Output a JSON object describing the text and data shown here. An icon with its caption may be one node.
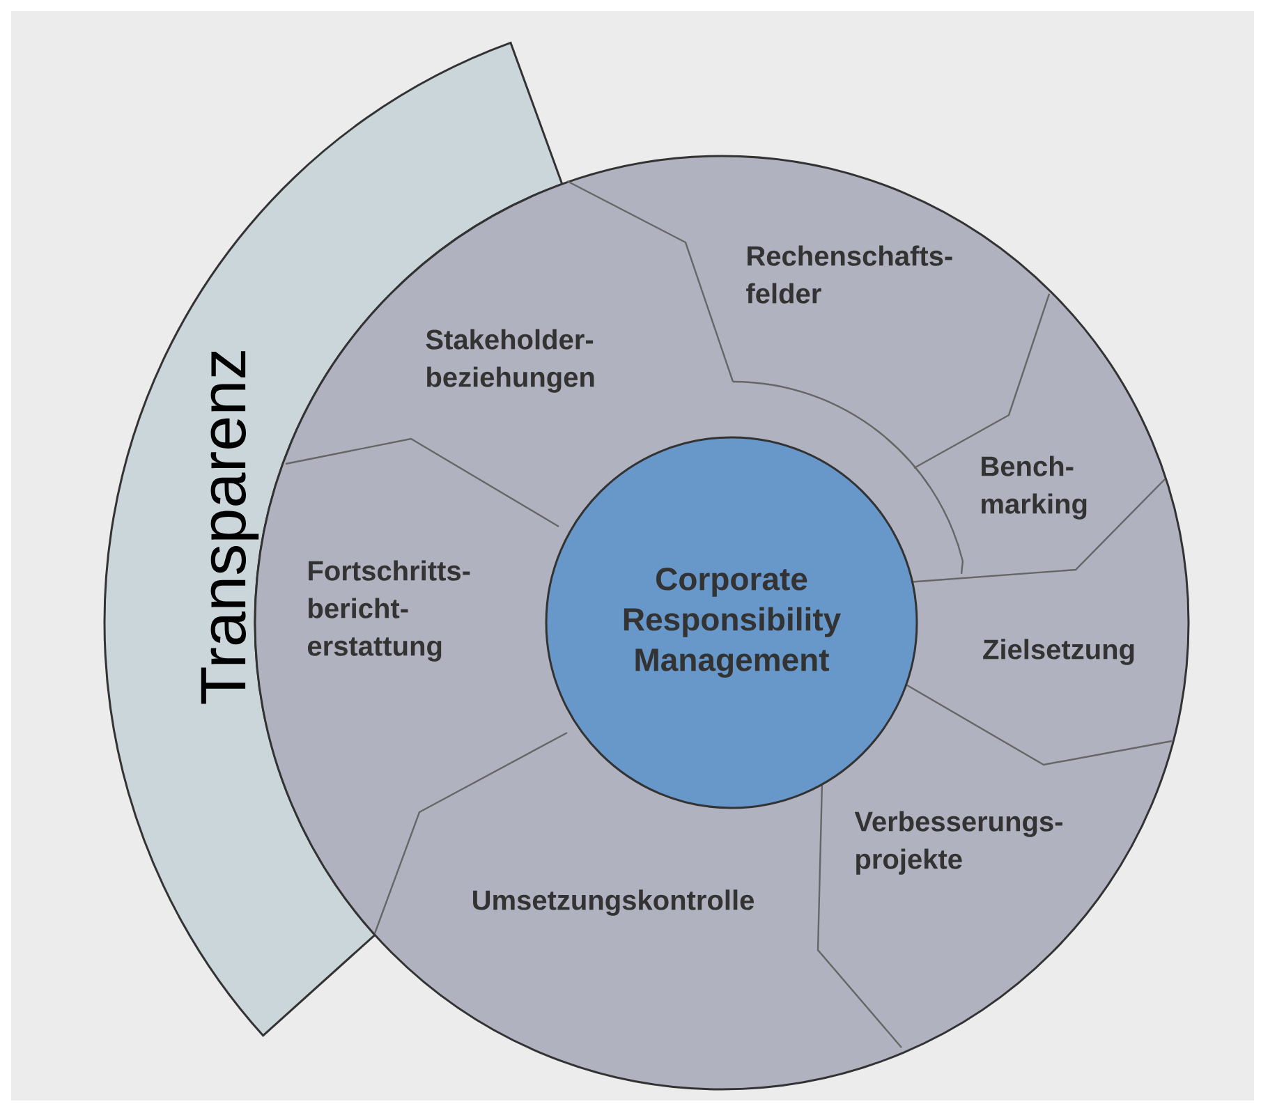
{
  "diagram": {
    "nodes": [
      {
        "text": [
          "Transparenz"
        ]
      },
      {
        "text": [
          "Corporate Responsibility Management"
        ]
      },
      {
        "text": [
          "Stakeholder- beziehungen"
        ]
      },
      {
        "text": [
          "Rechenschafts- felder"
        ]
      },
      {
        "text": [
          "Bench- marking"
        ]
      },
      {
        "text": [
          "Zielsetzung"
        ]
      },
      {
        "text": [
          "Verbesserungs- projekte"
        ]
      },
      {
        "text": [
          "Umsetzungskontrolle"
        ]
      },
      {
        "text": [
          "Fortschritts- bericht- erstattung"
        ]
      }
    ],
    "edges": []
  }
}
